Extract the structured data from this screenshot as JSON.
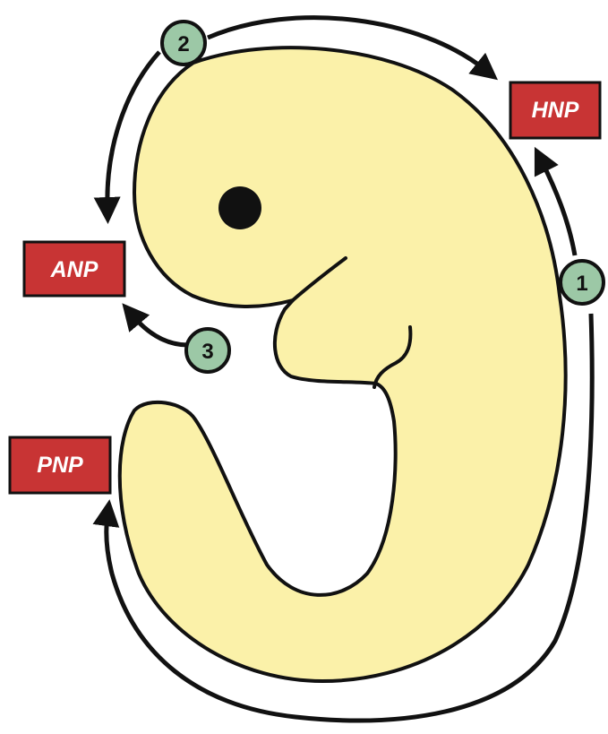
{
  "labels": {
    "hnp": "HNP",
    "anp": "ANP",
    "pnp": "PNP"
  },
  "steps": {
    "one": "1",
    "two": "2",
    "three": "3"
  },
  "colors": {
    "embryo_fill": "#fbf1a9",
    "label_box": "#c83434",
    "step_circle": "#9cc8a6",
    "outline": "#111111"
  }
}
